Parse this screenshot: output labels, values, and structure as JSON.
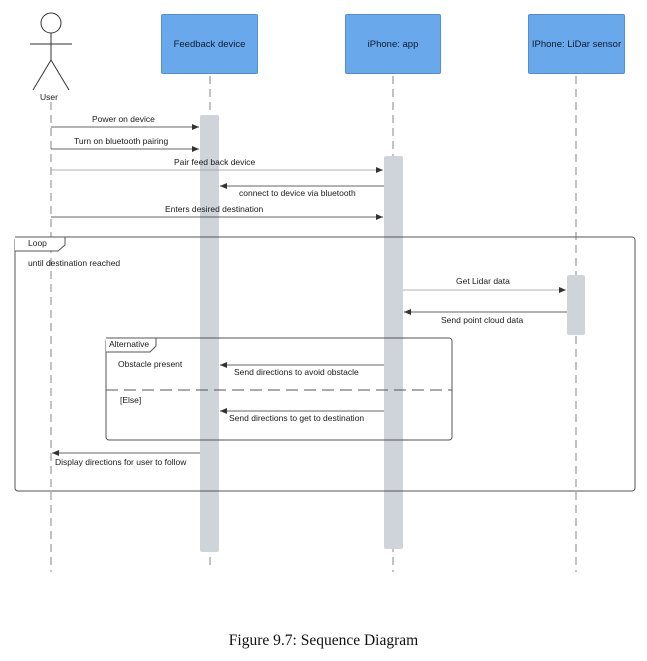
{
  "participants": {
    "user": "User",
    "feedback_device": "Feedback device",
    "iphone_app": "iPhone: app",
    "lidar": "IPhone: LiDar sensor"
  },
  "messages": {
    "m1": "Power on device",
    "m2": "Turn on bluetooth pairing",
    "m3": "Pair feed back device",
    "m4": "connect to device via bluetooth",
    "m5": "Enters desired destination",
    "m6": "Get Lidar data",
    "m7": "Send point cloud data",
    "m8": "Send directions to avoid obstacle",
    "m9": "Send directions to get to destination",
    "m10": "Display directions for user to follow"
  },
  "loop": {
    "tag": "Loop",
    "guard": "until destination reached"
  },
  "alternative": {
    "tag": "Alternative",
    "guard_1": "Obstacle present",
    "guard_2": "[Else]"
  },
  "caption": "Figure 9.7: Sequence Diagram",
  "colors": {
    "header_fill": "#6aa8ec",
    "activation_fill": "#cfd4da",
    "line": "#444444"
  }
}
